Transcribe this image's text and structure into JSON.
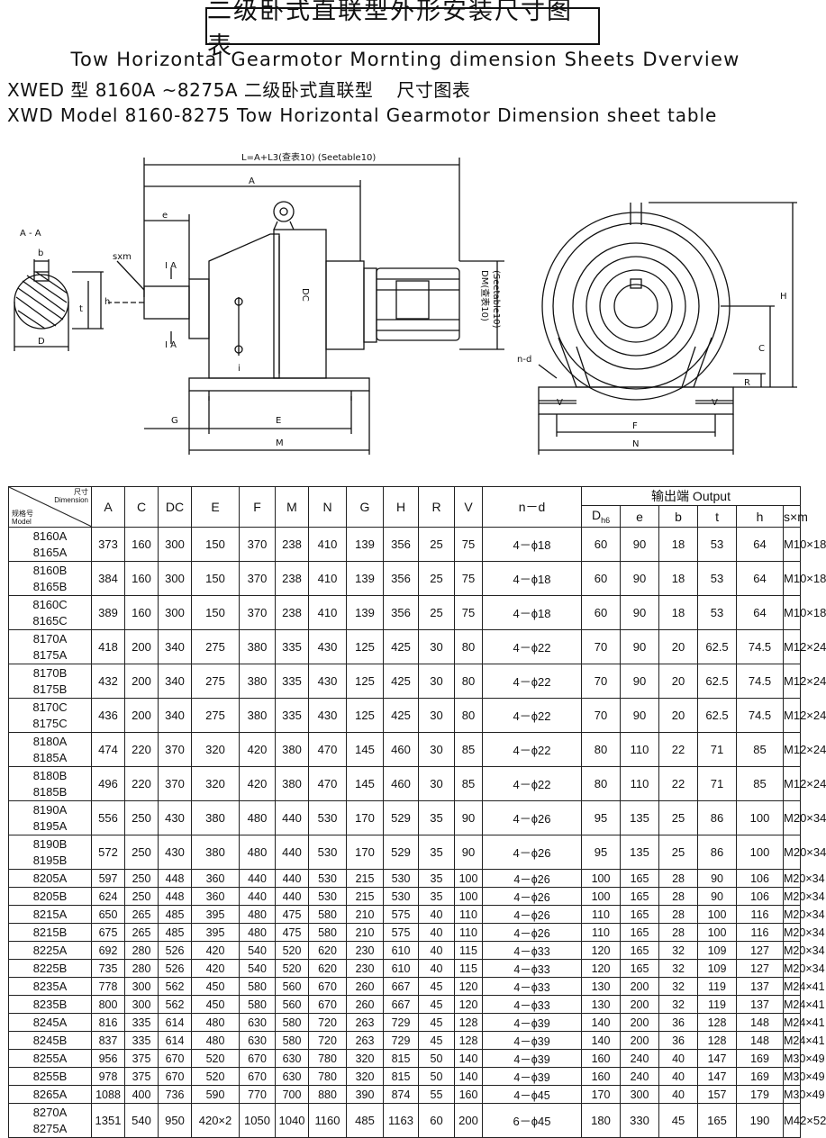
{
  "header": {
    "title_cn": "二级卧式直联型外形安装尺寸图表",
    "title_en": "Tow Horizontal Gearmotor Mornting dimension Sheets Dverview",
    "subtitle_cn_model": "XWED 型 8160A ~8275A 二级卧式直联型",
    "subtitle_cn_tail": "尺寸图表",
    "subtitle_en": "XWD Model 8160-8275 Tow Horizontal Gearmotor Dimension sheet table"
  },
  "drawing": {
    "label_L": "L=A+L3(查表10) (Seetable10)",
    "label_A": "A",
    "label_e": "e",
    "label_sxm": "sxm",
    "label_IA_top": "I A",
    "label_IA_bottom": "I A",
    "label_DC": "DC",
    "label_i": "i",
    "label_G": "G",
    "label_E": "E",
    "label_M": "M",
    "label_DM": "DM(查表10)",
    "label_seetable": "(Seetable10)",
    "label_section": "A - A",
    "label_b": "b",
    "label_h": "h",
    "label_t": "t",
    "label_D": "D",
    "label_H": "H",
    "label_C": "C",
    "label_R": "R",
    "label_nd": "n-d",
    "label_V_left": "V",
    "label_V_right": "V",
    "label_F": "F",
    "label_N": "N"
  },
  "table": {
    "corner_top": "尺寸\nDimension",
    "corner_bottom": "规格号\nModel",
    "main_headers": [
      "A",
      "C",
      "DC",
      "E",
      "F",
      "M",
      "N",
      "G",
      "H",
      "R",
      "V",
      "n－d"
    ],
    "output_header": "输出端 Output",
    "output_sub_headers": [
      "D",
      "e",
      "b",
      "t",
      "h",
      "s×m"
    ],
    "dh6_sub": "h6",
    "rows": [
      {
        "model": [
          "8160A",
          "8165A"
        ],
        "values": [
          "373",
          "160",
          "300",
          "150",
          "370",
          "238",
          "410",
          "139",
          "356",
          "25",
          "75",
          "4－ϕ18",
          "60",
          "90",
          "18",
          "53",
          "64",
          "M10×18"
        ]
      },
      {
        "model": [
          "8160B",
          "8165B"
        ],
        "values": [
          "384",
          "160",
          "300",
          "150",
          "370",
          "238",
          "410",
          "139",
          "356",
          "25",
          "75",
          "4－ϕ18",
          "60",
          "90",
          "18",
          "53",
          "64",
          "M10×18"
        ]
      },
      {
        "model": [
          "8160C",
          "8165C"
        ],
        "values": [
          "389",
          "160",
          "300",
          "150",
          "370",
          "238",
          "410",
          "139",
          "356",
          "25",
          "75",
          "4－ϕ18",
          "60",
          "90",
          "18",
          "53",
          "64",
          "M10×18"
        ]
      },
      {
        "model": [
          "8170A",
          "8175A"
        ],
        "values": [
          "418",
          "200",
          "340",
          "275",
          "380",
          "335",
          "430",
          "125",
          "425",
          "30",
          "80",
          "4－ϕ22",
          "70",
          "90",
          "20",
          "62.5",
          "74.5",
          "M12×24"
        ]
      },
      {
        "model": [
          "8170B",
          "8175B"
        ],
        "values": [
          "432",
          "200",
          "340",
          "275",
          "380",
          "335",
          "430",
          "125",
          "425",
          "30",
          "80",
          "4－ϕ22",
          "70",
          "90",
          "20",
          "62.5",
          "74.5",
          "M12×24"
        ]
      },
      {
        "model": [
          "8170C",
          "8175C"
        ],
        "values": [
          "436",
          "200",
          "340",
          "275",
          "380",
          "335",
          "430",
          "125",
          "425",
          "30",
          "80",
          "4－ϕ22",
          "70",
          "90",
          "20",
          "62.5",
          "74.5",
          "M12×24"
        ]
      },
      {
        "model": [
          "8180A",
          "8185A"
        ],
        "values": [
          "474",
          "220",
          "370",
          "320",
          "420",
          "380",
          "470",
          "145",
          "460",
          "30",
          "85",
          "4－ϕ22",
          "80",
          "110",
          "22",
          "71",
          "85",
          "M12×24"
        ]
      },
      {
        "model": [
          "8180B",
          "8185B"
        ],
        "values": [
          "496",
          "220",
          "370",
          "320",
          "420",
          "380",
          "470",
          "145",
          "460",
          "30",
          "85",
          "4－ϕ22",
          "80",
          "110",
          "22",
          "71",
          "85",
          "M12×24"
        ]
      },
      {
        "model": [
          "8190A",
          "8195A"
        ],
        "values": [
          "556",
          "250",
          "430",
          "380",
          "480",
          "440",
          "530",
          "170",
          "529",
          "35",
          "90",
          "4－ϕ26",
          "95",
          "135",
          "25",
          "86",
          "100",
          "M20×34"
        ]
      },
      {
        "model": [
          "8190B",
          "8195B"
        ],
        "values": [
          "572",
          "250",
          "430",
          "380",
          "480",
          "440",
          "530",
          "170",
          "529",
          "35",
          "90",
          "4－ϕ26",
          "95",
          "135",
          "25",
          "86",
          "100",
          "M20×34"
        ]
      },
      {
        "model": [
          "8205A"
        ],
        "values": [
          "597",
          "250",
          "448",
          "360",
          "440",
          "440",
          "530",
          "215",
          "530",
          "35",
          "100",
          "4－ϕ26",
          "100",
          "165",
          "28",
          "90",
          "106",
          "M20×34"
        ]
      },
      {
        "model": [
          "8205B"
        ],
        "values": [
          "624",
          "250",
          "448",
          "360",
          "440",
          "440",
          "530",
          "215",
          "530",
          "35",
          "100",
          "4－ϕ26",
          "100",
          "165",
          "28",
          "90",
          "106",
          "M20×34"
        ]
      },
      {
        "model": [
          "8215A"
        ],
        "values": [
          "650",
          "265",
          "485",
          "395",
          "480",
          "475",
          "580",
          "210",
          "575",
          "40",
          "110",
          "4－ϕ26",
          "110",
          "165",
          "28",
          "100",
          "116",
          "M20×34"
        ]
      },
      {
        "model": [
          "8215B"
        ],
        "values": [
          "675",
          "265",
          "485",
          "395",
          "480",
          "475",
          "580",
          "210",
          "575",
          "40",
          "110",
          "4－ϕ26",
          "110",
          "165",
          "28",
          "100",
          "116",
          "M20×34"
        ]
      },
      {
        "model": [
          "8225A"
        ],
        "values": [
          "692",
          "280",
          "526",
          "420",
          "540",
          "520",
          "620",
          "230",
          "610",
          "40",
          "115",
          "4－ϕ33",
          "120",
          "165",
          "32",
          "109",
          "127",
          "M20×34"
        ]
      },
      {
        "model": [
          "8225B"
        ],
        "values": [
          "735",
          "280",
          "526",
          "420",
          "540",
          "520",
          "620",
          "230",
          "610",
          "40",
          "115",
          "4－ϕ33",
          "120",
          "165",
          "32",
          "109",
          "127",
          "M20×34"
        ]
      },
      {
        "model": [
          "8235A"
        ],
        "values": [
          "778",
          "300",
          "562",
          "450",
          "580",
          "560",
          "670",
          "260",
          "667",
          "45",
          "120",
          "4－ϕ33",
          "130",
          "200",
          "32",
          "119",
          "137",
          "M24×41"
        ]
      },
      {
        "model": [
          "8235B"
        ],
        "values": [
          "800",
          "300",
          "562",
          "450",
          "580",
          "560",
          "670",
          "260",
          "667",
          "45",
          "120",
          "4－ϕ33",
          "130",
          "200",
          "32",
          "119",
          "137",
          "M24×41"
        ]
      },
      {
        "model": [
          "8245A"
        ],
        "values": [
          "816",
          "335",
          "614",
          "480",
          "630",
          "580",
          "720",
          "263",
          "729",
          "45",
          "128",
          "4－ϕ39",
          "140",
          "200",
          "36",
          "128",
          "148",
          "M24×41"
        ]
      },
      {
        "model": [
          "8245B"
        ],
        "values": [
          "837",
          "335",
          "614",
          "480",
          "630",
          "580",
          "720",
          "263",
          "729",
          "45",
          "128",
          "4－ϕ39",
          "140",
          "200",
          "36",
          "128",
          "148",
          "M24×41"
        ]
      },
      {
        "model": [
          "8255A"
        ],
        "values": [
          "956",
          "375",
          "670",
          "520",
          "670",
          "630",
          "780",
          "320",
          "815",
          "50",
          "140",
          "4－ϕ39",
          "160",
          "240",
          "40",
          "147",
          "169",
          "M30×49"
        ]
      },
      {
        "model": [
          "8255B"
        ],
        "values": [
          "978",
          "375",
          "670",
          "520",
          "670",
          "630",
          "780",
          "320",
          "815",
          "50",
          "140",
          "4－ϕ39",
          "160",
          "240",
          "40",
          "147",
          "169",
          "M30×49"
        ]
      },
      {
        "model": [
          "8265A"
        ],
        "values": [
          "1088",
          "400",
          "736",
          "590",
          "770",
          "700",
          "880",
          "390",
          "874",
          "55",
          "160",
          "4－ϕ45",
          "170",
          "300",
          "40",
          "157",
          "179",
          "M30×49"
        ]
      },
      {
        "model": [
          "8270A",
          "8275A"
        ],
        "values": [
          "1351",
          "540",
          "950",
          "420×2",
          "1050",
          "1040",
          "1160",
          "485",
          "1163",
          "60",
          "200",
          "6－ϕ45",
          "180",
          "330",
          "45",
          "165",
          "190",
          "M42×52"
        ]
      }
    ]
  }
}
